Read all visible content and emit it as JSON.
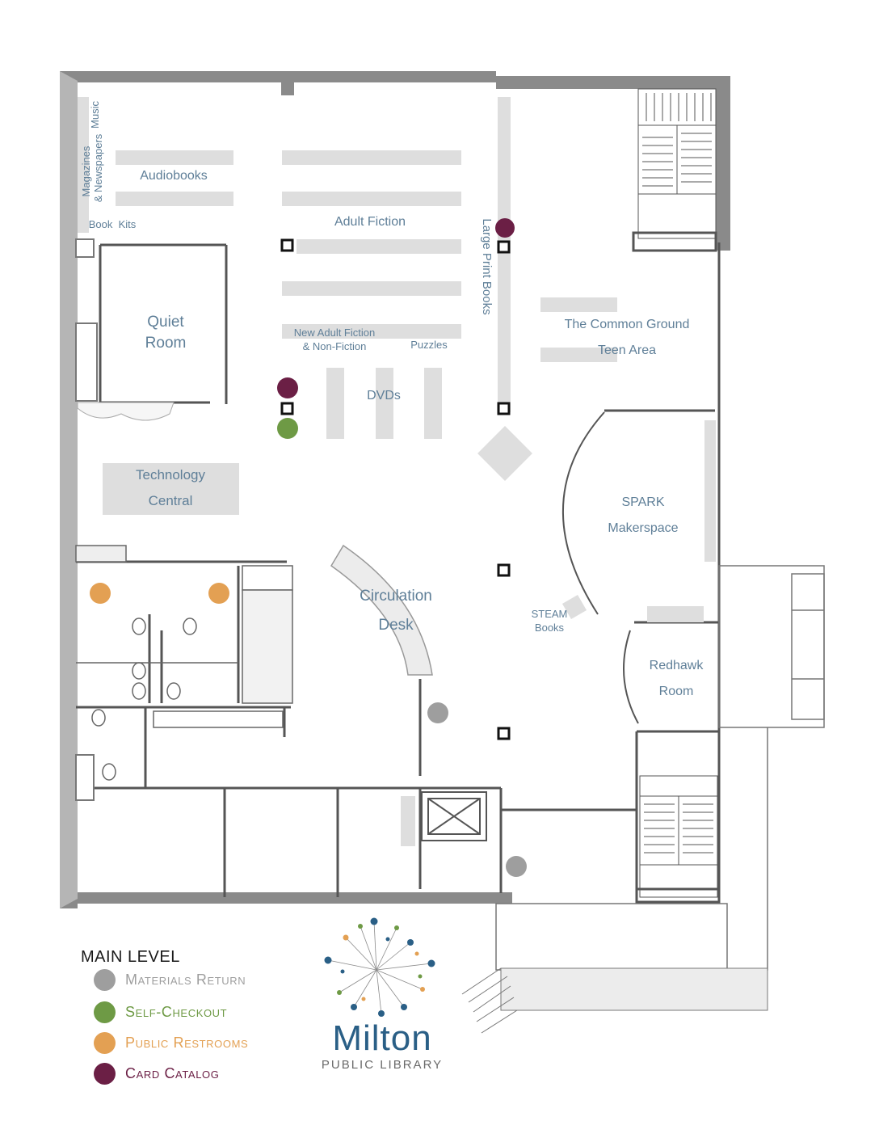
{
  "map": {
    "rooms": {
      "music": "Music",
      "magazines": "Magazines",
      "newspapers": "& Newspapers",
      "audiobooks": "Audiobooks",
      "book_kits": "Book  Kits",
      "adult_fiction": "Adult Fiction",
      "large_print": "Large Print Books",
      "quiet_room_1": "Quiet",
      "quiet_room_2": "Room",
      "new_adult_1": "New Adult Fiction",
      "new_adult_2": "& Non-Fiction",
      "puzzles": "Puzzles",
      "dvds": "DVDs",
      "common_ground_1": "The Common Ground",
      "common_ground_2": "Teen Area",
      "tech_1": "Technology",
      "tech_2": "Central",
      "spark_1": "SPARK",
      "spark_2": "Makerspace",
      "circ_1": "Circulation",
      "circ_2": "Desk",
      "steam_1": "STEAM",
      "steam_2": "Books",
      "redhawk_1": "Redhawk",
      "redhawk_2": "Room"
    }
  },
  "legend": {
    "title": "MAIN LEVEL",
    "items": [
      {
        "label": "Materials Return",
        "color": "#9e9e9e"
      },
      {
        "label": "Self-Checkout",
        "color": "#6e9a45"
      },
      {
        "label": "Public Restrooms",
        "color": "#e3a053"
      },
      {
        "label": "Card Catalog",
        "color": "#6b1f45"
      }
    ]
  },
  "logo": {
    "name": "Milton",
    "subtitle": "PUBLIC LIBRARY"
  },
  "colors": {
    "wall": "#8a8a8a",
    "shelf": "#dedede",
    "label": "#5f7f98"
  }
}
